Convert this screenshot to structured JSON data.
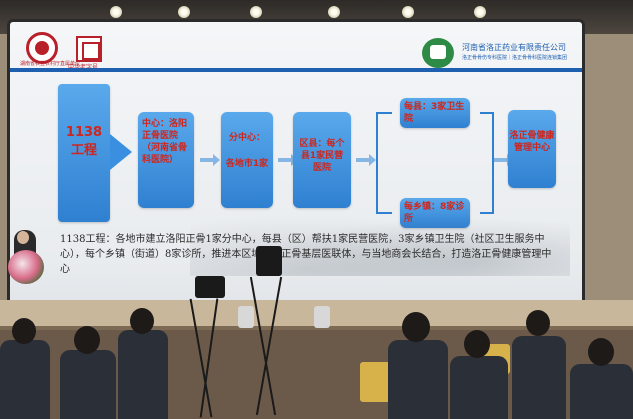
{
  "slide": {
    "logo_left_caption": "湖南省农业农村厅直属单位",
    "logo_seal_caption": "中华老字号",
    "company_name": "河南省洛正药业有限责任公司",
    "company_sub": "洛正骨骨伤专科医院｜洛正骨骨科医院连锁集团",
    "box_1138": "1138 工程",
    "box_center": "中心：洛阳正骨医院（河南省骨科医院）",
    "box_subcenter_title": "分中心：",
    "box_subcenter_body": "各地市1家",
    "box_district": "区县：每个县1家民营医院",
    "box_county": "每县：3家卫生院",
    "box_town": "每乡镇：8家诊所",
    "box_health": "洛正骨健康管理中心",
    "description": "1138工程：各地市建立洛阳正骨1家分中心，每县（区）帮扶1家民营医院，3家乡镇卫生院（社区卫生服务中心），每个乡镇（街道）8家诊所，推进本区域洛阳正骨基层医联体，与当地商会长结合，打造洛正骨健康管理中心"
  },
  "colors": {
    "box_fill": "#2f80d1",
    "box_text": "#d0251c",
    "header_line": "#1f5fb0"
  }
}
